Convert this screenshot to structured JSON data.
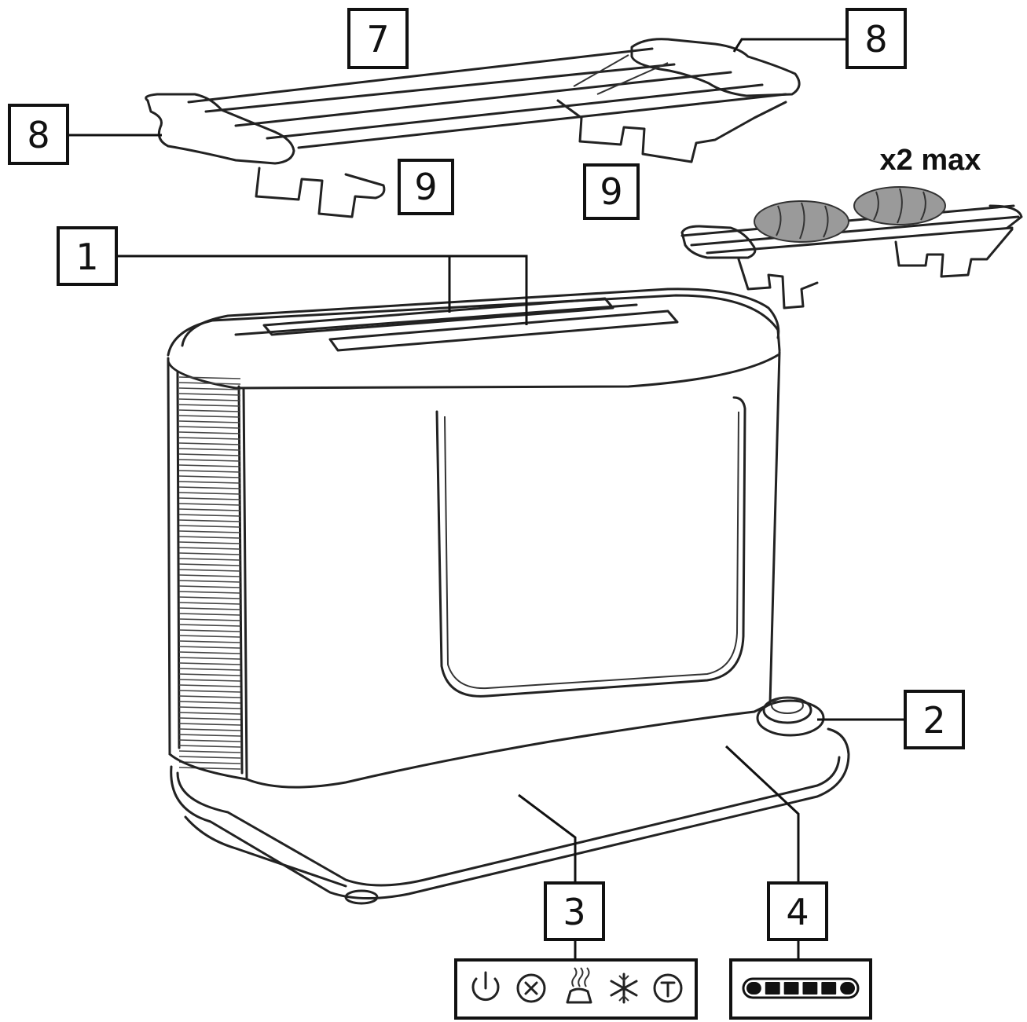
{
  "callouts": {
    "c1": "1",
    "c2": "2",
    "c3": "3",
    "c4": "4",
    "c7": "7",
    "c8_right": "8",
    "c8_left": "8",
    "c9_left": "9",
    "c9_right": "9"
  },
  "max_note": "x2 max",
  "control_panel_icons": [
    "power-icon",
    "cancel-icon",
    "reheat-icon",
    "defrost-icon",
    "toast-icon"
  ],
  "browning_indicator": {
    "segments": 6
  }
}
